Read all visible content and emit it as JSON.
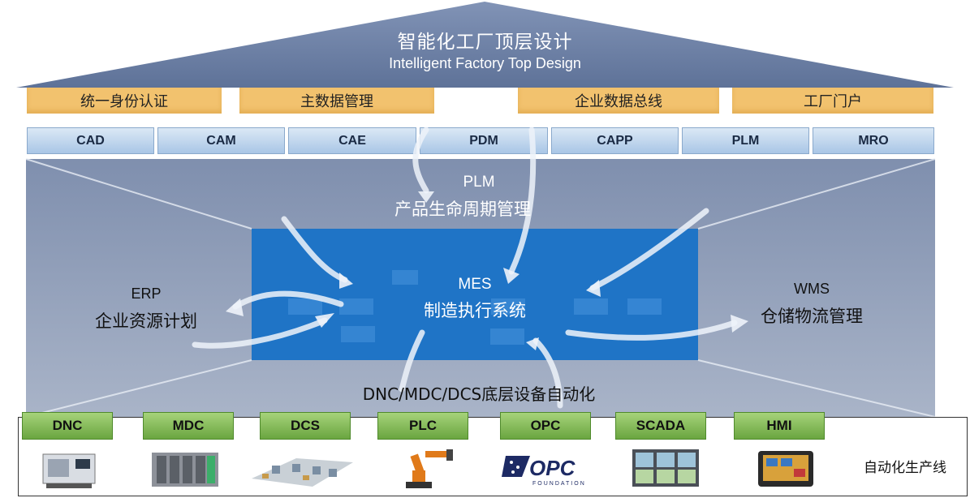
{
  "roof": {
    "title": "智能化工厂顶层设计",
    "subtitle": "Intelligent Factory Top Design"
  },
  "top_categories": [
    "统一身份认证",
    "主数据管理",
    "企业数据总线",
    "工厂门户"
  ],
  "design_tools": [
    "CAD",
    "CAM",
    "CAE",
    "PDM",
    "CAPP",
    "PLM",
    "MRO"
  ],
  "plm": {
    "code": "PLM",
    "name": "产品生命周期管理"
  },
  "mes": {
    "code": "MES",
    "name": "制造执行系统"
  },
  "erp": {
    "code": "ERP",
    "name": "企业资源计划"
  },
  "wms": {
    "code": "WMS",
    "name": "仓储物流管理"
  },
  "automation_caption": "DNC/MDC/DCS底层设备自动化",
  "devices": [
    "DNC",
    "MDC",
    "DCS",
    "PLC",
    "OPC",
    "SCADA",
    "HMI"
  ],
  "line_label": "自动化生产线",
  "colors": {
    "roof": "#6f84a8",
    "body": "#8c9bb6",
    "mes_box": "#1f74c6",
    "yellow": "#f2c26e",
    "green": "#7cba4e"
  },
  "icons": [
    "cnc-machine-icon",
    "control-cabinet-icon",
    "production-line-icon",
    "robot-arm-icon",
    "opc-logo-icon",
    "scada-monitor-icon",
    "hmi-panel-icon"
  ]
}
